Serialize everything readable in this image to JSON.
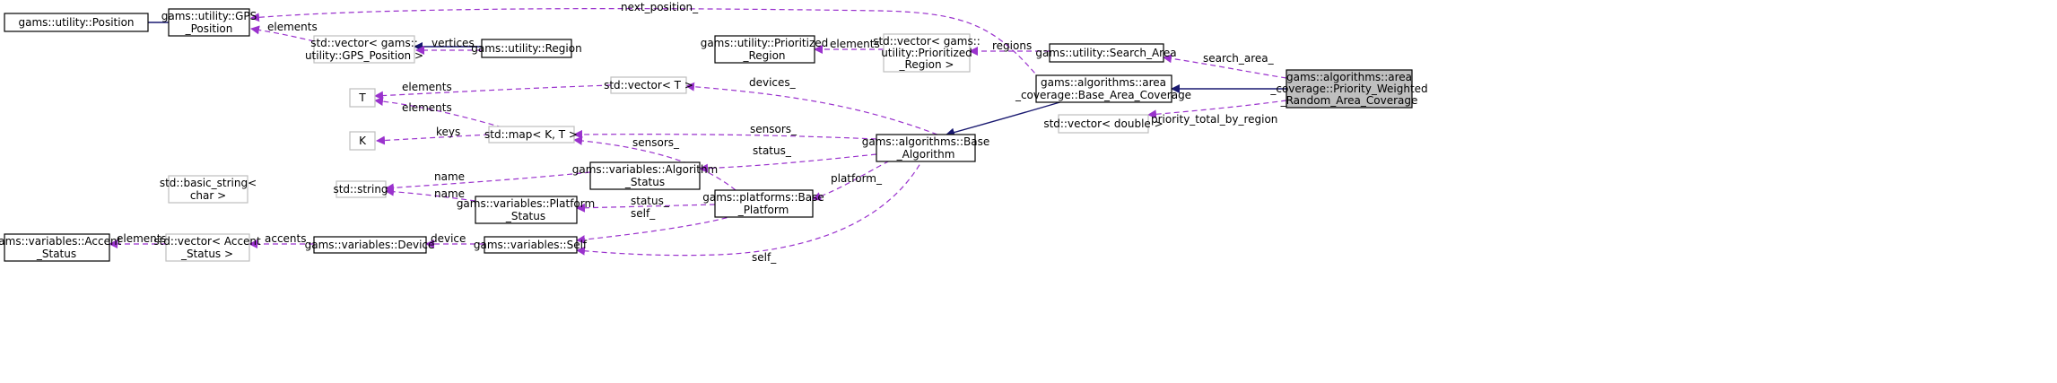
{
  "nodes": {
    "position": [
      "gams::utility::Position"
    ],
    "gps_position": [
      "gams::utility::GPS",
      "_Position"
    ],
    "vector_gps": [
      "std::vector< gams::",
      "utility::GPS_Position >"
    ],
    "region": [
      "gams::utility::Region"
    ],
    "prioritized_region": [
      "gams::utility::Prioritized",
      "_Region"
    ],
    "vector_prioritized": [
      "std::vector< gams::",
      "utility::Prioritized",
      "_Region >"
    ],
    "search_area": [
      "gams::utility::Search_Area"
    ],
    "base_area_coverage": [
      "gams::algorithms::area",
      "_coverage::Base_Area_Coverage"
    ],
    "priority_weighted": [
      "gams::algorithms::area",
      "_coverage::Priority_Weighted",
      "_Random_Area_Coverage"
    ],
    "vector_double": [
      "std::vector< double >"
    ],
    "vector_t": [
      "std::vector< T >"
    ],
    "t": [
      "T"
    ],
    "k": [
      "K"
    ],
    "map_kt": [
      "std::map< K, T >"
    ],
    "base_algorithm": [
      "gams::algorithms::Base",
      "_Algorithm"
    ],
    "algorithm_status": [
      "gams::variables::Algorithm",
      "_Status"
    ],
    "basic_string": [
      "std::basic_string<",
      "char >"
    ],
    "string": [
      "std::string"
    ],
    "platform_status": [
      "gams::variables::Platform",
      "_Status"
    ],
    "base_platform": [
      "gams::platforms::Base",
      "_Platform"
    ],
    "accent_status": [
      "gams::variables::Accent",
      "_Status"
    ],
    "vector_accent": [
      "std::vector< Accent",
      "_Status >"
    ],
    "device": [
      "gams::variables::Device"
    ],
    "self": [
      "gams::variables::Self"
    ]
  },
  "edge_labels": {
    "next_position": "next_position_",
    "elements_gps": "elements",
    "vertices": "vertices",
    "elements_prioritized": "elements",
    "regions": "regions",
    "search_area": "search_area_",
    "priority_total": "priority_total_by_region",
    "elements_t1": "elements",
    "elements_t2": "elements",
    "devices": "devices_",
    "keys": "keys",
    "sensors_1": "sensors_",
    "sensors_2": "sensors_",
    "status_alg": "status_",
    "name_1": "name",
    "name_2": "name",
    "platform": "platform_",
    "status_plat": "status_",
    "self_1": "self_",
    "self_2": "self_",
    "elements_accent": "elements",
    "accents": "accents",
    "device": "device"
  },
  "colors": {
    "inheritance_arrow": "#191970",
    "usage_arrow": "#9a32cd",
    "focus_node_fill": "#bfbfbf",
    "faded_border": "#bfbfbf"
  }
}
